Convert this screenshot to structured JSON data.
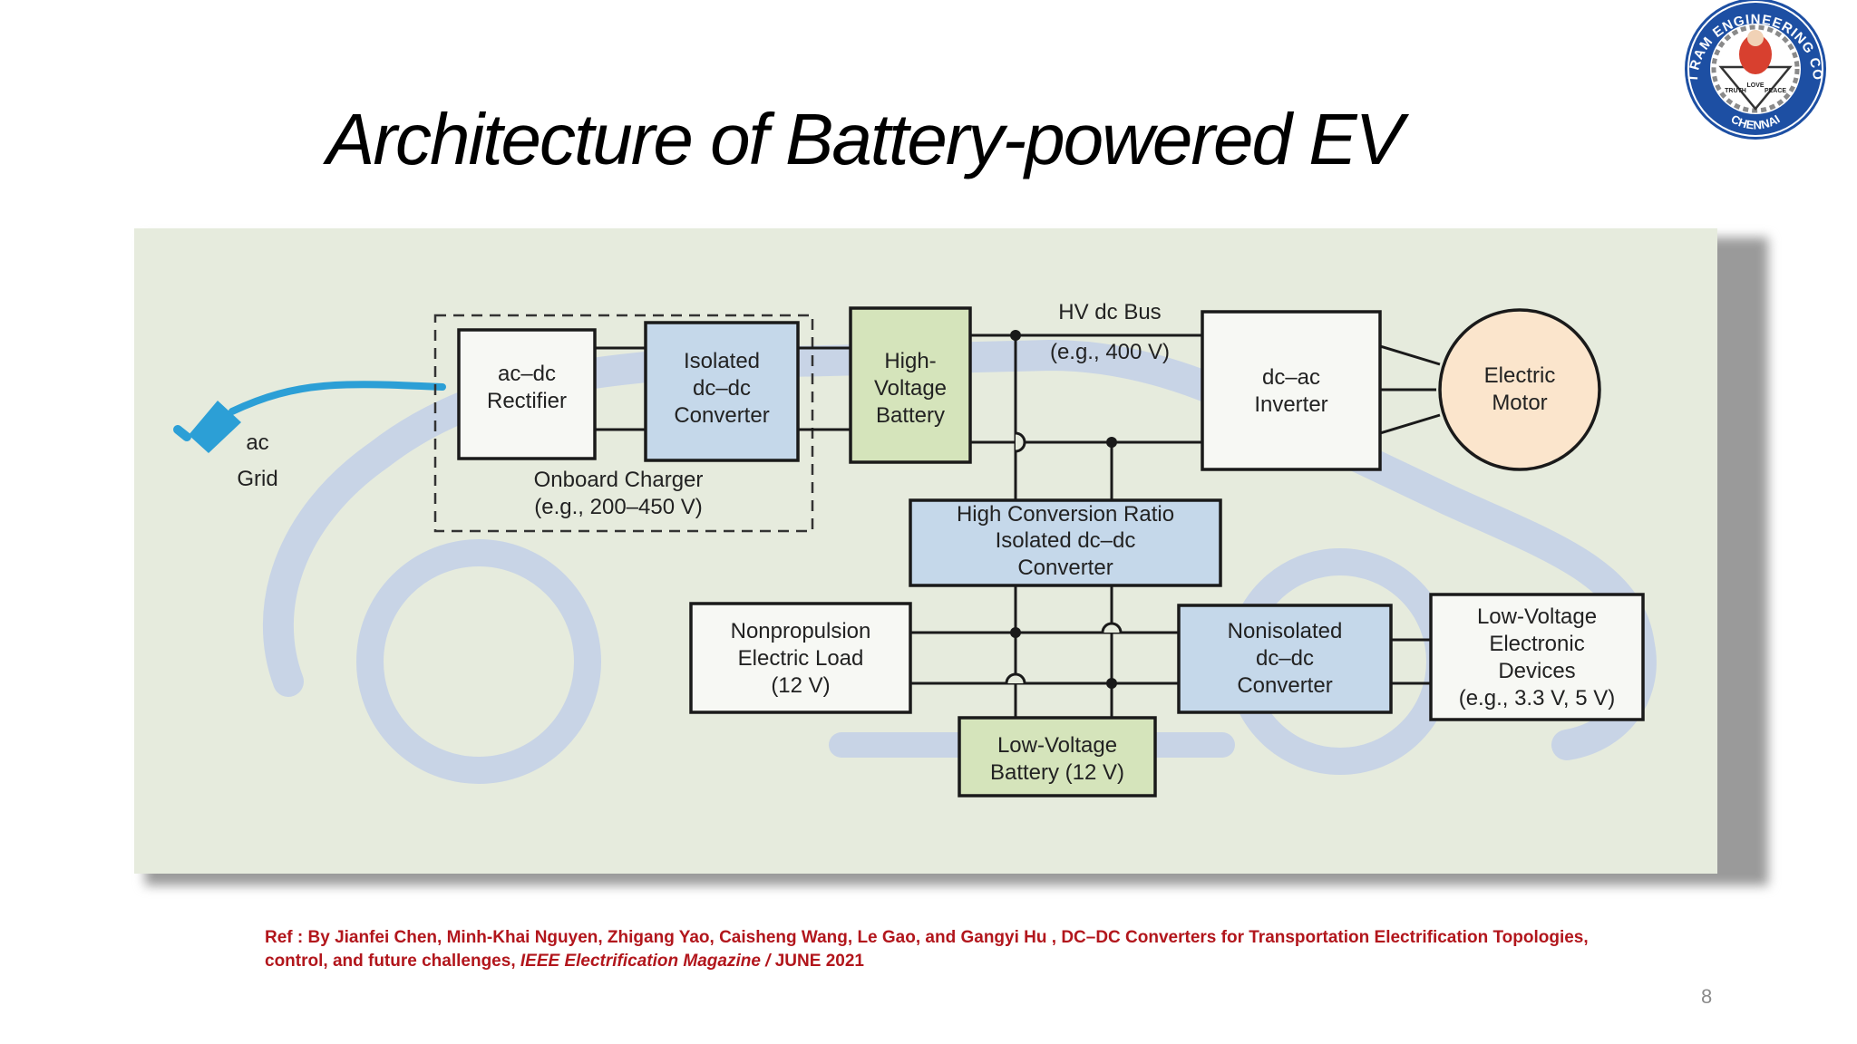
{
  "slide": {
    "title": "Architecture of Battery-powered EV",
    "page_number": "8"
  },
  "logo": {
    "top_text": "SRI SAI RAM ENGINEERING COLLEGE",
    "bottom_text": "CHENNAI",
    "motto_left": "TRUTH",
    "motto_center": "LOVE",
    "motto_right": "PEACE",
    "ring_color": "#1d4fa3"
  },
  "diagram": {
    "grid_label_1": "ac",
    "grid_label_2": "Grid",
    "rectifier": [
      "ac–dc",
      "Rectifier"
    ],
    "isolated_converter": [
      "Isolated",
      "dc–dc",
      "Converter"
    ],
    "hv_battery": [
      "High-",
      "Voltage",
      "Battery"
    ],
    "hv_bus": [
      "HV dc Bus",
      "(e.g., 400 V)"
    ],
    "inverter": [
      "dc–ac",
      "Inverter"
    ],
    "motor": [
      "Electric",
      "Motor"
    ],
    "onboard_charger": [
      "Onboard Charger",
      "(e.g., 200–450 V)"
    ],
    "hcr_converter": [
      "High Conversion Ratio",
      "Isolated dc–dc",
      "Converter"
    ],
    "nonpropulsion_load": [
      "Nonpropulsion",
      "Electric Load",
      "(12 V)"
    ],
    "nonisolated_converter": [
      "Nonisolated",
      "dc–dc",
      "Converter"
    ],
    "lv_devices": [
      "Low-Voltage",
      "Electronic",
      "Devices",
      "(e.g., 3.3 V, 5 V)"
    ],
    "lv_battery": [
      "Low-Voltage",
      "Battery (12 V)"
    ],
    "colors": {
      "blue_box": "#c5d8ea",
      "green_box": "#d5e4bb",
      "white_box": "#f7f8f4",
      "motor_fill": "#fbe5cc",
      "plug": "#2c9fd6",
      "background": "#e6ebdd"
    }
  },
  "reference": {
    "text_1": "Ref : By Jianfei Chen, Minh-Khai Nguyen, Zhigang Yao, Caisheng Wang, Le Gao, and Gangyi Hu , DC–DC Converters for Transportation Electrification Topologies, control, and future challenges, ",
    "journal": "IEEE Electrification Magazine /",
    "text_2": " JUNE 2021"
  }
}
